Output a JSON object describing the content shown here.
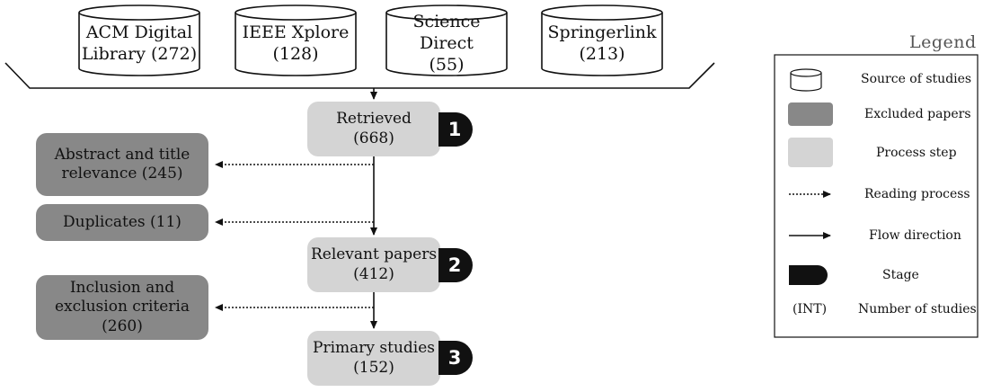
{
  "sources": [
    {
      "line1": "ACM Digital",
      "line2": "Library (272)"
    },
    {
      "line1": "IEEE Xplore",
      "line2": "(128)"
    },
    {
      "line1": "Science Direct",
      "line2": "(55)"
    },
    {
      "line1": "Springerlink",
      "line2": "(213)"
    }
  ],
  "steps": [
    {
      "line1": "Retrieved",
      "line2": "(668)",
      "stage": "1"
    },
    {
      "line1": "Relevant papers",
      "line2": "(412)",
      "stage": "2"
    },
    {
      "line1": "Primary studies",
      "line2": "(152)",
      "stage": "3"
    }
  ],
  "excluded": [
    {
      "line1": "Abstract and title",
      "line2": "relevance (245)"
    },
    {
      "line1": "Duplicates (11)",
      "line2": ""
    },
    {
      "line1": "Inclusion and",
      "line2": "exclusion criteria (260)"
    }
  ],
  "legend": {
    "title": "Legend",
    "items": [
      {
        "icon": "cylinder-icon",
        "label": "Source of studies"
      },
      {
        "icon": "dark-rounded-box-icon",
        "label": "Excluded papers"
      },
      {
        "icon": "light-rounded-box-icon",
        "label": "Process step"
      },
      {
        "icon": "dotted-arrow-icon",
        "label": "Reading process"
      },
      {
        "icon": "solid-arrow-icon",
        "label": "Flow direction"
      },
      {
        "icon": "stage-badge-icon",
        "label": "Stage"
      },
      {
        "icon": "text-int",
        "symbol": "(INT)",
        "label": "Number of studies"
      }
    ]
  },
  "colors": {
    "excluded_fill": "#888888",
    "step_fill": "#d4d4d4",
    "badge_fill": "#111111",
    "line": "#111111"
  }
}
